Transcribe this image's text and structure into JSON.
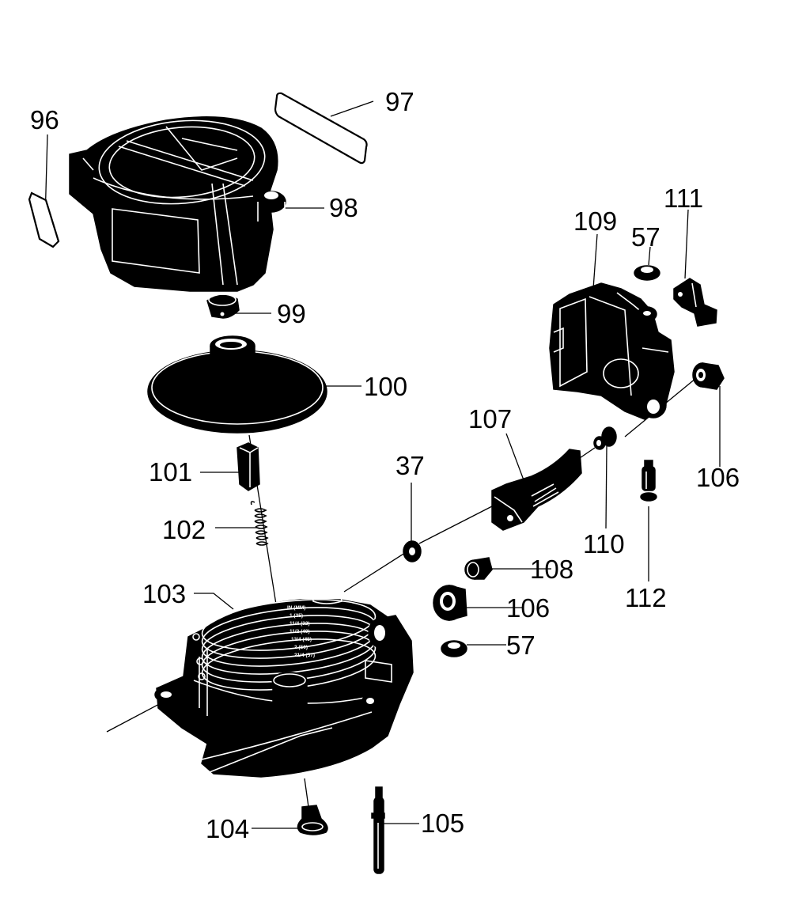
{
  "callouts": {
    "c96": "96",
    "c97": "97",
    "c98": "98",
    "c99": "99",
    "c100": "100",
    "c101": "101",
    "c102": "102",
    "c103": "103",
    "c104": "104",
    "c105": "105",
    "c106a": "106",
    "c106b": "106",
    "c107": "107",
    "c108": "108",
    "c109": "109",
    "c110": "110",
    "c111": "111",
    "c112": "112",
    "c37": "37",
    "c57a": "57",
    "c57b": "57"
  },
  "depth_scale": {
    "header": "IN (MM)",
    "rows": [
      "1 (25)",
      "11/4 (32)",
      "11/2 (40)",
      "13/4 (45)",
      "2 (50)",
      "21/4 (57)"
    ]
  },
  "colors": {
    "ink": "#000000",
    "paper": "#ffffff"
  }
}
